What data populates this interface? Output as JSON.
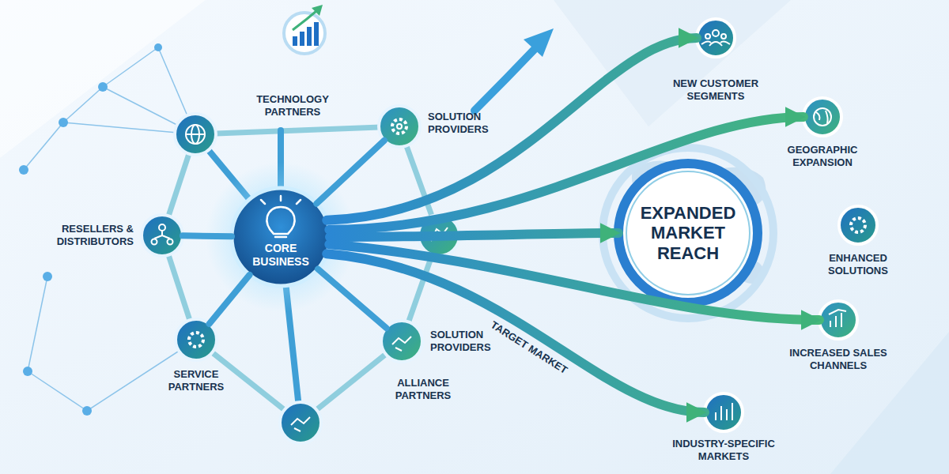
{
  "diagram": {
    "nodes": [
      {
        "text": [
          "TECHNOLOGY PARTNERS"
        ]
      },
      {
        "text": [
          "SOLUTION PROVIDERS"
        ]
      },
      {
        "text": [
          "RESELLERS & DISTRIBUTORS"
        ]
      },
      {
        "text": [
          "CORE BUSINESS"
        ]
      },
      {
        "text": [
          "SERVICE PARTNERS"
        ]
      },
      {
        "text": [
          "SOLUTION PROVIDERS",
          "ALLIANCE PARTNERS"
        ]
      },
      {
        "text": [
          "EXPANDED MARKET REACH"
        ]
      },
      {
        "text": [
          "NEW CUSTOMER SEGMENTS"
        ]
      },
      {
        "text": [
          "GEOGRAPHIC EXPANSION"
        ]
      },
      {
        "text": [
          "ENHANCED SOLUTIONS"
        ]
      },
      {
        "text": [
          "INCREASED SALES CHANNELS"
        ]
      },
      {
        "text": [
          "INDUSTRY-SPECIFIC MARKETS"
        ]
      }
    ],
    "edges": [
      {
        "from": 3,
        "to": 1,
        "arrow": "none"
      },
      {
        "from": 3,
        "to": 2,
        "arrow": "none"
      },
      {
        "from": 3,
        "to": 4,
        "arrow": "none"
      },
      {
        "from": 3,
        "to": 5,
        "arrow": "none"
      },
      {
        "from": 3,
        "to": 7,
        "arrow": "to"
      },
      {
        "from": 3,
        "to": 8,
        "arrow": "to"
      },
      {
        "from": 3,
        "to": 6,
        "arrow": "to"
      },
      {
        "from": 3,
        "to": 10,
        "arrow": "to"
      },
      {
        "from": 3,
        "to": 11,
        "arrow": "to",
        "label": "TARGET MARKET"
      }
    ]
  }
}
